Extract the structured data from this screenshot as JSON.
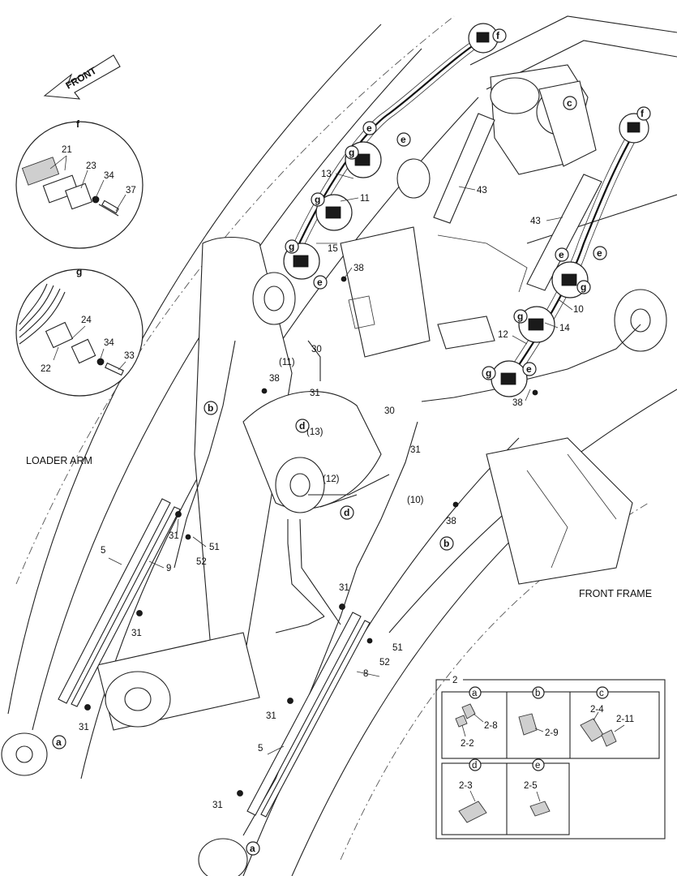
{
  "direction_label": "FRONT",
  "captions": {
    "loader_arm": "LOADER ARM",
    "front_frame": "FRONT FRAME"
  },
  "detail_f": {
    "title": "f",
    "parts": [
      "21",
      "23",
      "34",
      "37"
    ]
  },
  "detail_g": {
    "title": "g",
    "parts": [
      "24",
      "34",
      "33",
      "22"
    ]
  },
  "fitting_table": {
    "title": "2",
    "cells": [
      {
        "key": "a",
        "parts": [
          "2-8",
          "2-2"
        ]
      },
      {
        "key": "b",
        "parts": [
          "2-9"
        ]
      },
      {
        "key": "c",
        "parts": [
          "2-4",
          "2-11"
        ]
      },
      {
        "key": "d",
        "parts": [
          "2-3"
        ]
      },
      {
        "key": "e",
        "parts": [
          "2-5"
        ]
      }
    ]
  },
  "callouts": {
    "n1": "13",
    "n2": "11",
    "n3": "15",
    "n4": "38",
    "n5": "43",
    "n6": "43",
    "n7": "10",
    "n8": "14",
    "n9": "12",
    "n10": "38",
    "n11": "(11)",
    "n12": "30",
    "n13": "38",
    "n14": "31",
    "n15": "30",
    "n16": "31",
    "n17": "(13)",
    "n18": "(12)",
    "n19": "(10)",
    "n20": "38",
    "n21": "31",
    "n22": "51",
    "n23": "52",
    "n24": "5",
    "n25": "9",
    "n26": "31",
    "n27": "31",
    "n28": "31",
    "n29": "51",
    "n30": "52",
    "n31": "8",
    "n32": "31",
    "n33": "5",
    "n34": "31"
  },
  "circle_refs": {
    "c1": "f",
    "c2": "e",
    "c3": "e",
    "c4": "g",
    "c5": "g",
    "c6": "c",
    "c7": "f",
    "c8": "g",
    "c9": "e",
    "c10": "e",
    "c11": "e",
    "c12": "g",
    "c13": "g",
    "c14": "g",
    "c15": "e",
    "c16": "b",
    "c17": "d",
    "c18": "d",
    "c19": "b",
    "c20": "a",
    "c21": "a"
  }
}
